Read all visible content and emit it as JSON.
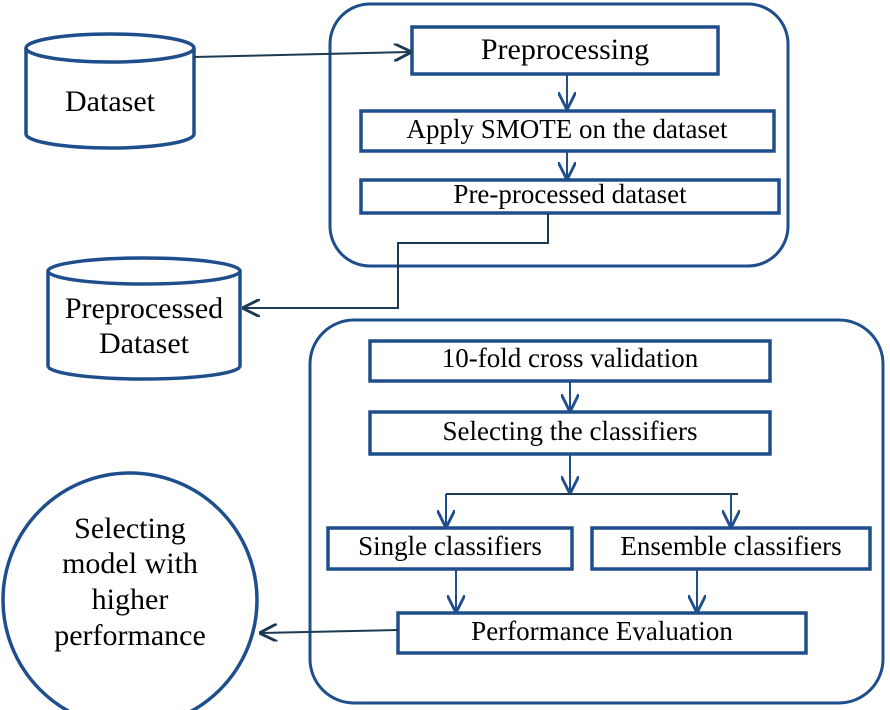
{
  "nodes": {
    "dataset": "Dataset",
    "preprocessing": "Preprocessing",
    "smote": "Apply SMOTE on the dataset",
    "preprocessed_step": "Pre-processed dataset",
    "preprocessed_db": [
      "Preprocessed",
      "Dataset"
    ],
    "cross_validation": "10-fold cross validation",
    "selecting_classifiers": "Selecting the classifiers",
    "single_classifiers": "Single classifiers",
    "ensemble_classifiers": "Ensemble classifiers",
    "performance_evaluation": "Performance Evaluation",
    "selecting_model": [
      "Selecting",
      "model with",
      "higher",
      "performance"
    ]
  },
  "colors": {
    "shape_stroke": "#1f4e8c",
    "connector": "#1c3a52",
    "text": "#000000"
  }
}
